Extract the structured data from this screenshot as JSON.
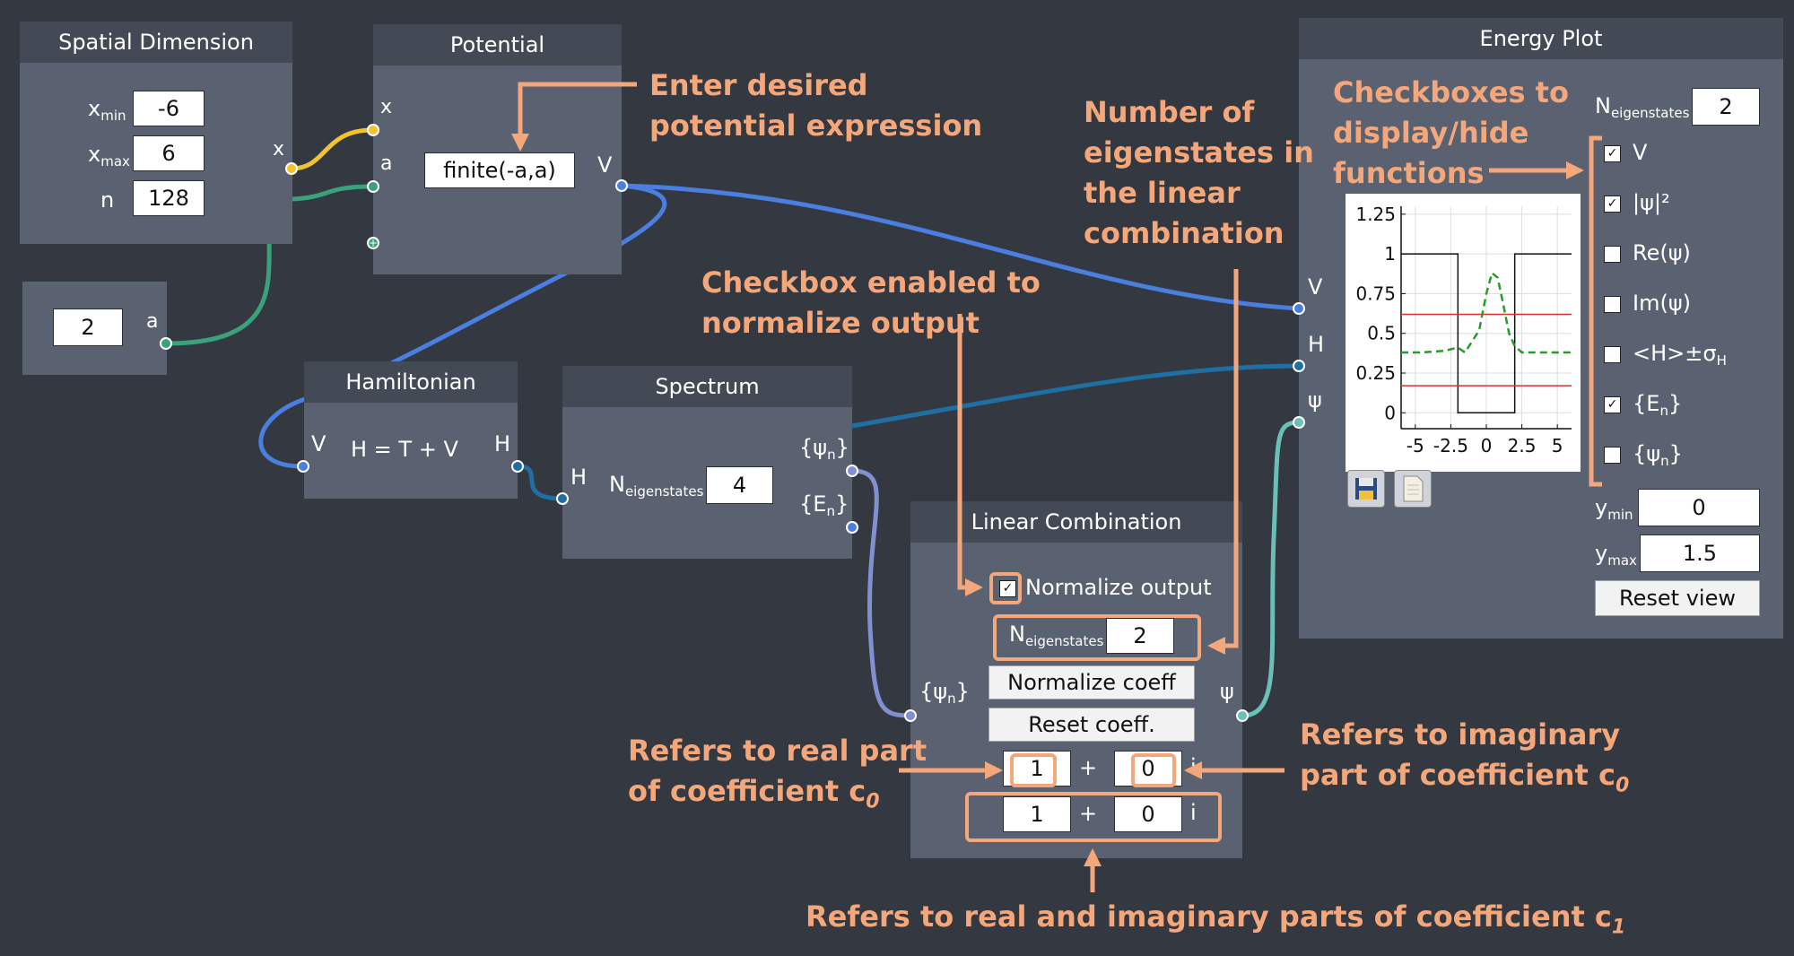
{
  "colors": {
    "background": "#343840",
    "node": "#5a6170",
    "node_title": "#444a55",
    "annotation": "#f4a77a",
    "wire_blue": "#4a7fe0",
    "wire_green": "#3aa27a",
    "wire_yellow": "#f2c230",
    "wire_teal": "#1f6fa3",
    "wire_purple": "#8090d0",
    "wire_cyan": "#6ac0b8"
  },
  "spatial": {
    "title": "Spatial Dimension",
    "xmin_label": "x",
    "xmin_sub": "min",
    "xmin_value": "-6",
    "xmax_label": "x",
    "xmax_sub": "max",
    "xmax_value": "6",
    "n_label": "n",
    "n_value": "128",
    "out_x": "x"
  },
  "param": {
    "value": "2",
    "out_a": "a"
  },
  "potential": {
    "title": "Potential",
    "in_x": "x",
    "in_a": "a",
    "expression": "finite(-a,a)",
    "out_v": "V"
  },
  "hamiltonian": {
    "title": "Hamiltonian",
    "in_v": "V",
    "formula": "H = T + V",
    "out_h": "H"
  },
  "spectrum": {
    "title": "Spectrum",
    "in_h": "H",
    "n_label": "N",
    "n_sub": "eigenstates",
    "n_value": "4",
    "out_psi": "{ψ",
    "out_psi_sub": "n",
    "out_psi_close": "}",
    "out_e": "{E",
    "out_e_sub": "n",
    "out_e_close": "}"
  },
  "linear": {
    "title": "Linear Combination",
    "normalize_checked": "✓",
    "normalize_label": "Normalize output",
    "n_label": "N",
    "n_sub": "eigenstates",
    "n_value": "2",
    "normalize_btn": "Normalize coeff",
    "reset_btn": "Reset coeff.",
    "in_psi": "{ψ",
    "in_psi_sub": "n",
    "in_psi_close": "}",
    "out_psi": "ψ",
    "coeffs": [
      {
        "re": "1",
        "plus": "+",
        "im": "0",
        "i": "i"
      },
      {
        "re": "1",
        "plus": "+",
        "im": "0",
        "i": "i"
      }
    ]
  },
  "energy": {
    "title": "Energy Plot",
    "in_v": "V",
    "in_h": "H",
    "in_psi": "ψ",
    "n_label": "N",
    "n_sub": "eigenstates",
    "n_value": "2",
    "checks": [
      {
        "label": "V",
        "checked": "✓"
      },
      {
        "label": "|ψ|²",
        "checked": "✓"
      },
      {
        "label": "Re(ψ)",
        "checked": ""
      },
      {
        "label": "Im(ψ)",
        "checked": ""
      },
      {
        "label": "<H>±σ",
        "sub": "H",
        "checked": ""
      },
      {
        "label": "{E",
        "sub": "n",
        "close": "}",
        "checked": "✓"
      },
      {
        "label": "{ψ",
        "sub": "n",
        "close": "}",
        "checked": ""
      }
    ],
    "ymin_label": "y",
    "ymin_sub": "min",
    "ymin_value": "0",
    "ymax_label": "y",
    "ymax_sub": "max",
    "ymax_value": "1.5",
    "reset_btn": "Reset view",
    "save_icon": "floppy-disk-icon",
    "doc_icon": "document-icon"
  },
  "chart_data": {
    "type": "line",
    "xlim": [
      -6,
      6
    ],
    "ylim": [
      -0.1,
      1.3
    ],
    "x_ticks": [
      "-5",
      "-2.5",
      "0",
      "2.5",
      "5"
    ],
    "y_ticks": [
      "1.25",
      "1",
      "0.75",
      "0.5",
      "0.25",
      "0"
    ],
    "series": [
      {
        "color": "#111111",
        "style": "solid",
        "x": [
          -6,
          -2,
          -2,
          2,
          2,
          6
        ],
        "y": [
          1,
          1,
          0,
          0,
          1,
          1
        ]
      },
      {
        "color": "#e03030",
        "style": "solid",
        "x": [
          -6,
          6
        ],
        "y": [
          0.62,
          0.62
        ]
      },
      {
        "color": "#e03030",
        "style": "solid",
        "x": [
          -6,
          6
        ],
        "y": [
          0.17,
          0.17
        ]
      },
      {
        "color": "#2a9a2a",
        "style": "dashed",
        "x": [
          -6,
          -4.5,
          -3,
          -2,
          -1.5,
          -0.5,
          0,
          0.4,
          0.8,
          1.2,
          1.6,
          2,
          2.5,
          3,
          4.5,
          6
        ],
        "y": [
          0.38,
          0.38,
          0.39,
          0.41,
          0.38,
          0.52,
          0.75,
          0.88,
          0.85,
          0.68,
          0.5,
          0.42,
          0.38,
          0.38,
          0.38,
          0.38
        ]
      }
    ]
  },
  "annotations": {
    "potential": [
      "Enter desired",
      "potential expression"
    ],
    "eigen": [
      "Number of",
      "eigenstates in",
      "the linear",
      "combination"
    ],
    "normalize": [
      "Checkbox enabled to",
      "normalize output"
    ],
    "checkboxes": [
      "Checkboxes to",
      "display/hide",
      "functions"
    ],
    "real_part": [
      "Refers to real part",
      "of coefficient c"
    ],
    "real_sub": "0",
    "imag_part": [
      "Refers to imaginary",
      "part of coefficient c"
    ],
    "imag_sub": "0",
    "both": "Refers to real and imaginary parts of coefficient c",
    "both_sub": "1"
  }
}
